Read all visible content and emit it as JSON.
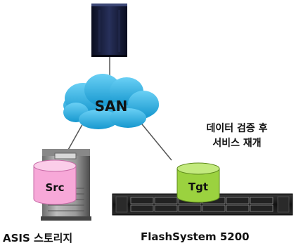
{
  "network": {
    "label": "SAN"
  },
  "source": {
    "cylinder_label": "Src",
    "caption": "ASIS 스토리지"
  },
  "target": {
    "cylinder_label": "Tgt",
    "caption": "FlashSystem 5200"
  },
  "note": {
    "lines": [
      "데이터 검증 후",
      "서비스 재개"
    ]
  },
  "colors": {
    "cloud": "#23aee6",
    "src_cylinder": "#f7a8d8",
    "tgt_cylinder": "#9bd23f",
    "server": "#151a36",
    "rack": "#1a1a1a"
  }
}
